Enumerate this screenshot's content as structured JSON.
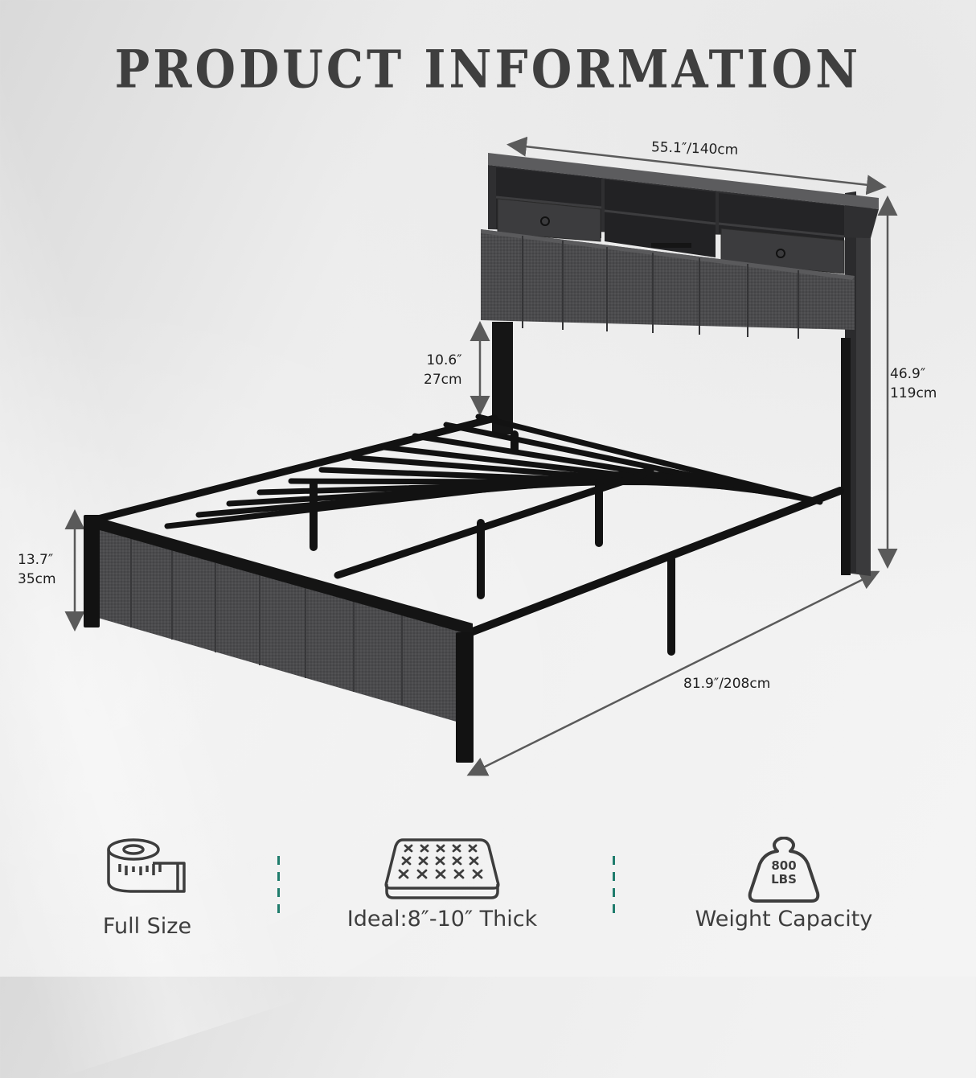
{
  "title": "PRODUCT INFORMATION",
  "dimensions": {
    "headboard_width": "55.1″/140cm",
    "clearance_height_in": "10.6″",
    "clearance_height_cm": "27cm",
    "total_height_in": "46.9″",
    "total_height_cm": "119cm",
    "footboard_height_in": "13.7″",
    "footboard_height_cm": "35cm",
    "length": "81.9″/208cm"
  },
  "features": [
    {
      "icon": "measuring-tape-icon",
      "label": "Full Size"
    },
    {
      "icon": "mattress-icon",
      "label": "Ideal:8″-10″ Thick"
    },
    {
      "icon": "weight-icon",
      "label": "Weight Capacity",
      "weight_value": "800",
      "weight_unit": "LBS"
    }
  ],
  "colors": {
    "title": "#3f3f3f",
    "divider_accent": "#1f7c6c",
    "fabric": "#4a4a4c",
    "metal": "#141414",
    "icon_stroke": "#3d3d3d"
  }
}
